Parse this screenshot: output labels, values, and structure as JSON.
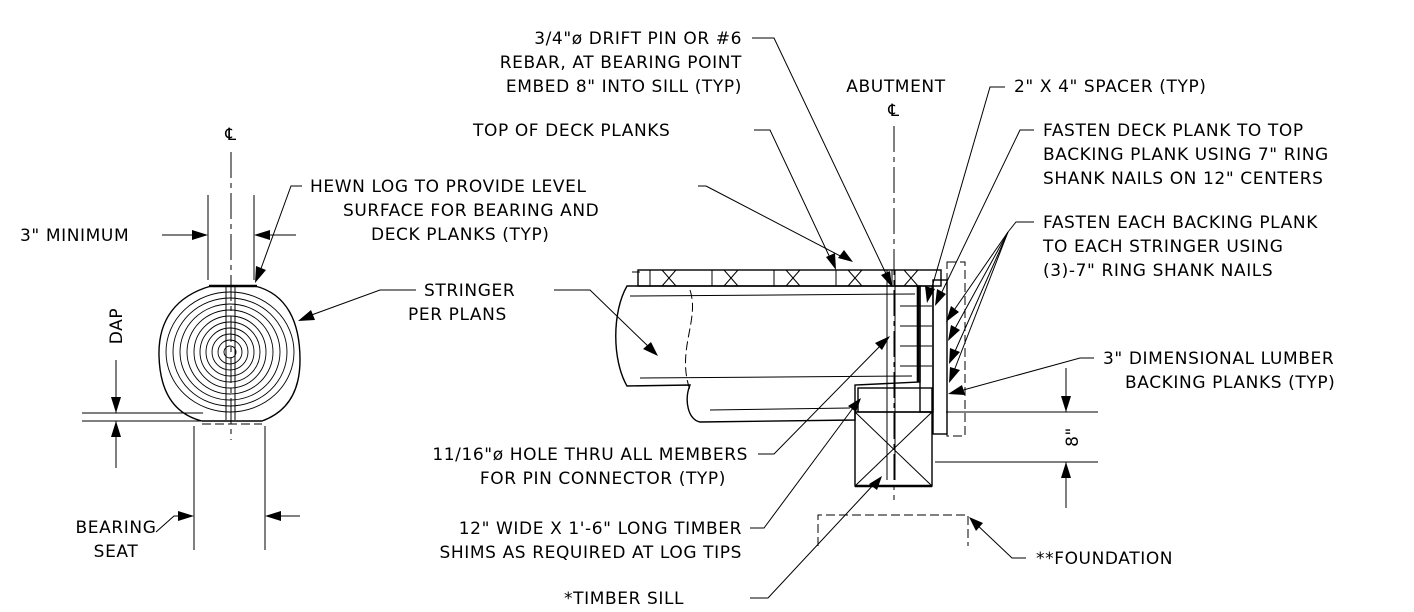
{
  "labels": {
    "centerline_left": "℄",
    "min_3in": "3\" MINIMUM",
    "hewn_log_1": "HEWN LOG TO PROVIDE LEVEL",
    "hewn_log_2": "SURFACE FOR BEARING AND",
    "hewn_log_3": "DECK PLANKS (TYP)",
    "stringer_1": "STRINGER",
    "stringer_2": "PER PLANS",
    "dap": "DAP",
    "bearing_1": "BEARING",
    "bearing_2": "SEAT",
    "drift_pin_1": "3/4\"ø DRIFT PIN OR #6",
    "drift_pin_2": "REBAR, AT BEARING POINT",
    "drift_pin_3": "EMBED 8\" INTO SILL   (TYP)",
    "abutment": "ABUTMENT",
    "centerline_abutment": "℄",
    "top_deck": "TOP OF DECK PLANKS",
    "spacer": "2\" X 4\" SPACER (TYP)",
    "fasten_deck_1": "FASTEN DECK PLANK TO TOP",
    "fasten_deck_2": "BACKING PLANK USING 7\" RING",
    "fasten_deck_3": "SHANK NAILS ON 12\" CENTERS",
    "fasten_back_1": "FASTEN EACH BACKING PLANK",
    "fasten_back_2": "TO EACH STRINGER USING",
    "fasten_back_3": "(3)-7\" RING SHANK NAILS",
    "lumber_1": "3\" DIMENSIONAL LUMBER",
    "lumber_2": "BACKING PLANKS (TYP)",
    "dim_8in": "8\"",
    "hole_1": "11/16\"ø HOLE THRU ALL MEMBERS",
    "hole_2": "FOR PIN CONNECTOR (TYP)",
    "shims_1": "12\" WIDE X 1'-6\" LONG TIMBER",
    "shims_2": "SHIMS AS REQUIRED AT LOG TIPS",
    "foundation": "**FOUNDATION",
    "sill": "*TIMBER SILL"
  }
}
